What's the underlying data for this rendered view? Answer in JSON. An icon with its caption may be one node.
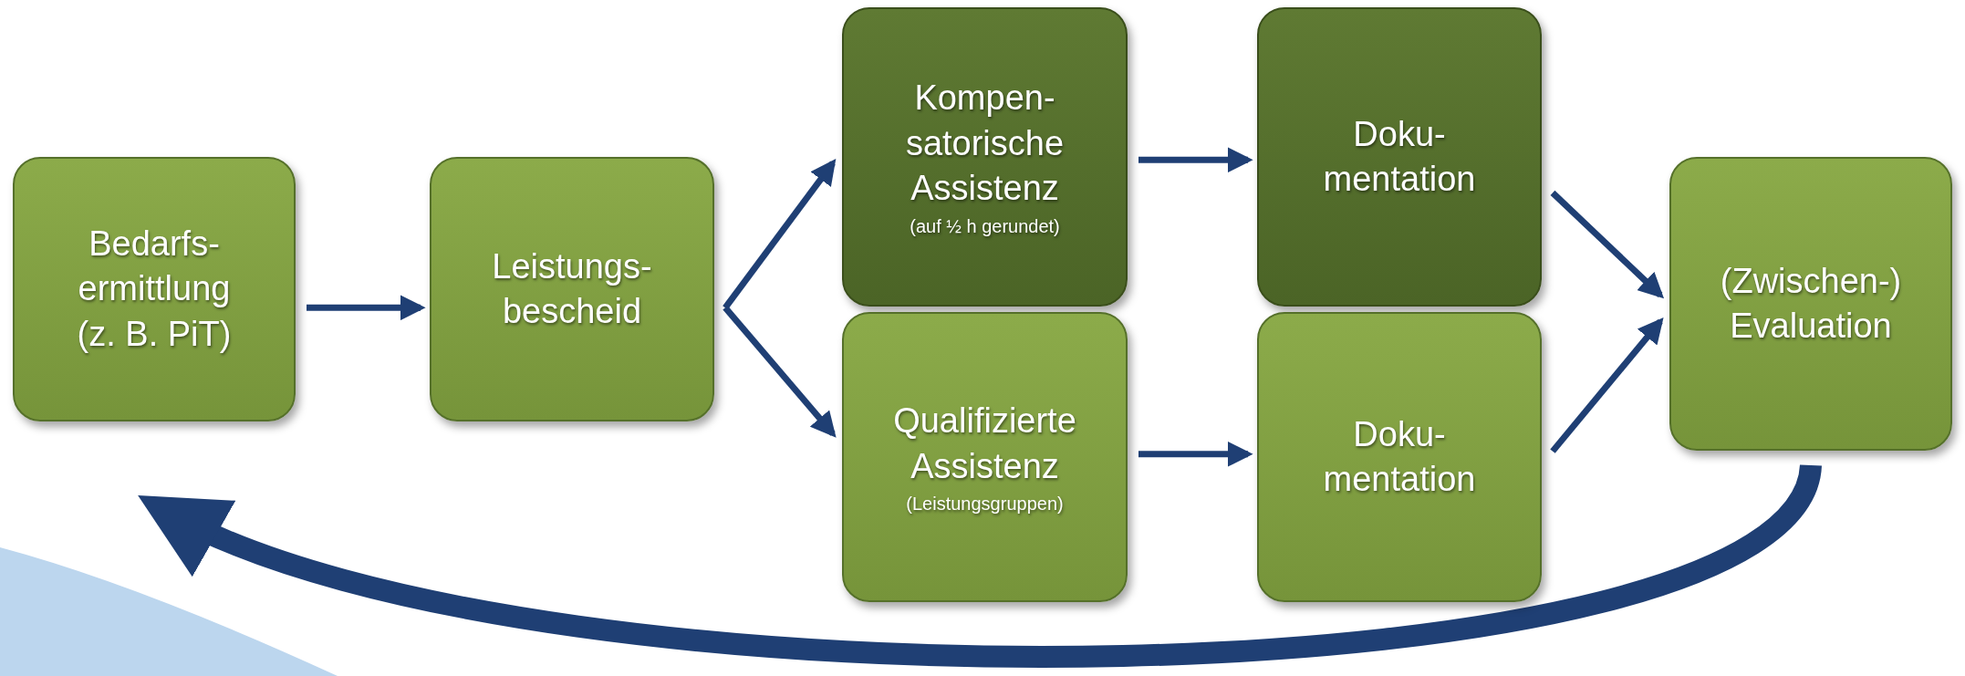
{
  "diagram": {
    "nodes": [
      {
        "text": [
          "Bedarfs- ermittlung (z. B. PiT)"
        ]
      },
      {
        "text": [
          "Leistungs- bescheid"
        ]
      },
      {
        "text": [
          "Kompen- satorische Assistenz",
          "(auf ½ h gerundet)"
        ]
      },
      {
        "text": [
          "Qualifizierte Assistenz",
          "(Leistungsgruppen)"
        ]
      },
      {
        "text": [
          "Doku- mentation"
        ]
      },
      {
        "text": [
          "Doku- mentation"
        ]
      },
      {
        "text": [
          "(Zwischen-) Evaluation"
        ]
      }
    ],
    "edges": [
      {
        "from": 0,
        "to": 1,
        "arrow": "to"
      },
      {
        "from": 1,
        "to": 2,
        "arrow": "to"
      },
      {
        "from": 1,
        "to": 3,
        "arrow": "to"
      },
      {
        "from": 2,
        "to": 4,
        "arrow": "to"
      },
      {
        "from": 3,
        "to": 5,
        "arrow": "to"
      },
      {
        "from": 4,
        "to": 6,
        "arrow": "to"
      },
      {
        "from": 5,
        "to": 6,
        "arrow": "to"
      },
      {
        "from": 6,
        "to": 0,
        "arrow": "to",
        "style": "thick"
      }
    ]
  }
}
